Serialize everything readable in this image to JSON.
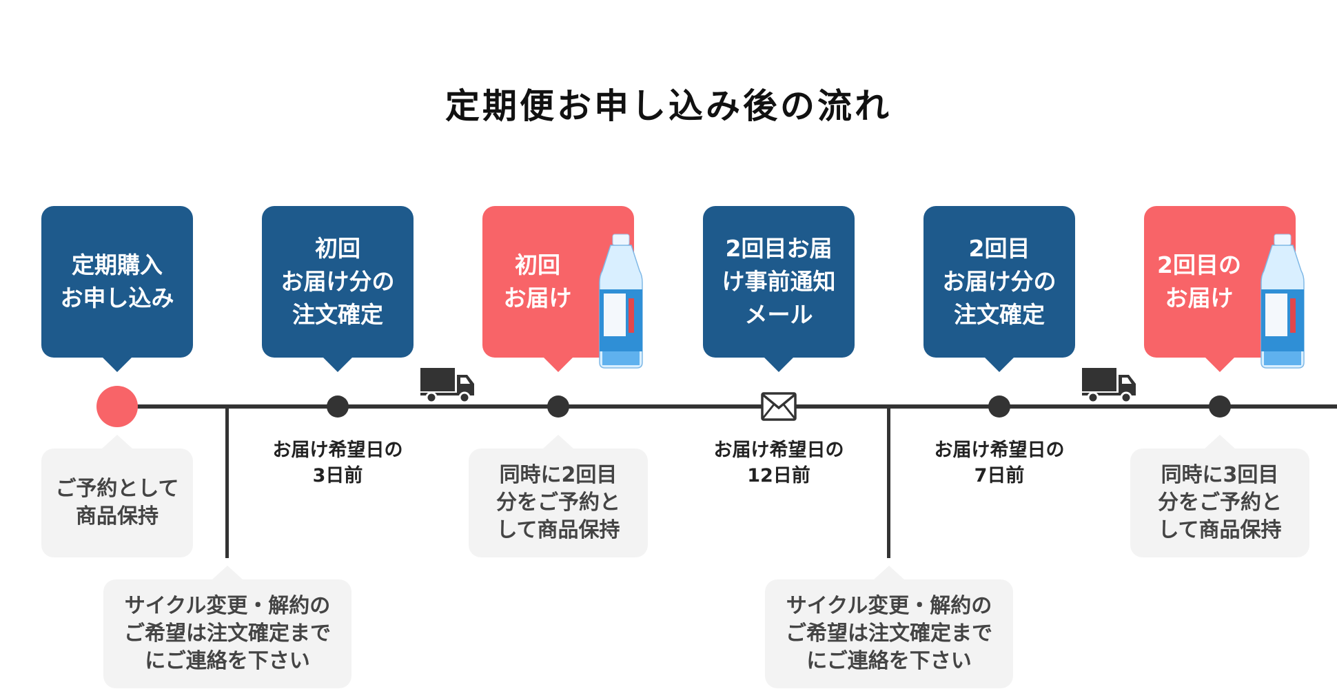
{
  "title": "定期便お申し込み後の流れ",
  "steps": [
    {
      "lines": [
        "定期購入",
        "お申し込み"
      ],
      "style": "blue"
    },
    {
      "lines": [
        "初回",
        "お届け分の",
        "注文確定"
      ],
      "style": "blue"
    },
    {
      "lines": [
        "初回",
        "お届け"
      ],
      "style": "red"
    },
    {
      "lines": [
        "2回目お届",
        "け事前通知",
        "メール"
      ],
      "style": "blue"
    },
    {
      "lines": [
        "2回目",
        "お届け分の",
        "注文確定"
      ],
      "style": "blue"
    },
    {
      "lines": [
        "2回目の",
        "お届け"
      ],
      "style": "red"
    }
  ],
  "timeline_notes": [
    [
      "お届け希望日の",
      "3日前"
    ],
    [
      "お届け希望日の",
      "12日前"
    ],
    [
      "お届け希望日の",
      "7日前"
    ]
  ],
  "gray_notes": {
    "reserve1": [
      "ご予約として",
      "商品保持"
    ],
    "reserve2": [
      "同時に2回目",
      "分をご予約と",
      "して商品保持"
    ],
    "reserve3": [
      "同時に3回目",
      "分をご予約と",
      "して商品保持"
    ],
    "cycle1": [
      "サイクル変更・解約の",
      "ご希望は注文確定まで",
      "にご連絡を下さい"
    ],
    "cycle2": [
      "サイクル変更・解約の",
      "ご希望は注文確定まで",
      "にご連絡を下さい"
    ]
  },
  "colors": {
    "blue": "#1e5a8c",
    "red": "#f86468",
    "line": "#333333",
    "gray_bg": "#f3f3f3"
  },
  "icons": [
    "truck-icon",
    "mail-icon",
    "water-bottle-icon"
  ]
}
